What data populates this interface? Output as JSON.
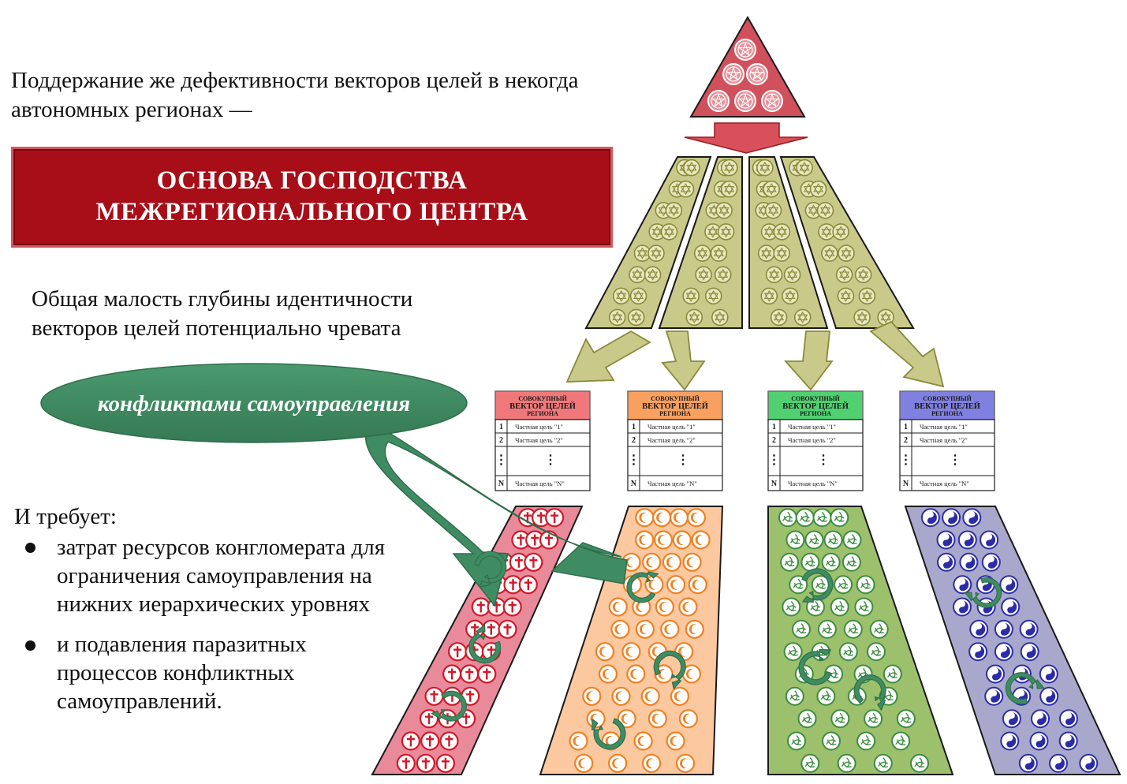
{
  "intro": {
    "line1": "Поддержание же дефективности векторов целей в некогда",
    "line2": "автономных регионах —"
  },
  "banner": {
    "line1": "ОСНОВА ГОСПОДСТВА",
    "line2": "МЕЖРЕГИОНАЛЬНОГО ЦЕНТРА"
  },
  "paragraph2": {
    "line1": "Общая малость глубины идентичности",
    "line2": "векторов целей потенциально чревата"
  },
  "ellipse_label": "конфликтами самоуправления",
  "requires": {
    "heading": "И требует:",
    "bullets": [
      {
        "line1": "затрат ресурсов конгломерата для",
        "line2": "ограничения самоуправления на",
        "line3": "нижних иерархических уровнях"
      },
      {
        "line1": "и подавления паразитных",
        "line2": "процессов конфликтных",
        "line3": "самоуправлений."
      }
    ]
  },
  "table": {
    "header1": "СОВОКУПНЫЙ",
    "header2": "ВЕКТОР ЦЕЛЕЙ",
    "header3": "РЕГИОНА",
    "rows": [
      {
        "num": "1",
        "text": "Частная цель \"1\""
      },
      {
        "num": "2",
        "text": "Частная цель \"2\""
      },
      {
        "num": "⋮",
        "text": "⋮"
      },
      {
        "num": "N",
        "text": "Частная цель \"N\""
      }
    ]
  },
  "colors": {
    "banner": "#a80e18",
    "top_triangle": "#d0505c",
    "olive_fill": "#c9c98a",
    "olive_stroke": "#8a8a3a",
    "ellipse": "#3f8c62",
    "regions": [
      {
        "name": "red",
        "header": "#f0787a",
        "fill": "#e88a9a",
        "token": "cross-icon"
      },
      {
        "name": "orange",
        "header": "#f8a060",
        "fill": "#fcc8a0",
        "token": "crescent-icon"
      },
      {
        "name": "green",
        "header": "#50d070",
        "fill": "#9cc06c",
        "token": "triquetra-icon"
      },
      {
        "name": "blue",
        "header": "#8080e0",
        "fill": "#a8a8cc",
        "token": "yin-yang-icon"
      }
    ]
  }
}
